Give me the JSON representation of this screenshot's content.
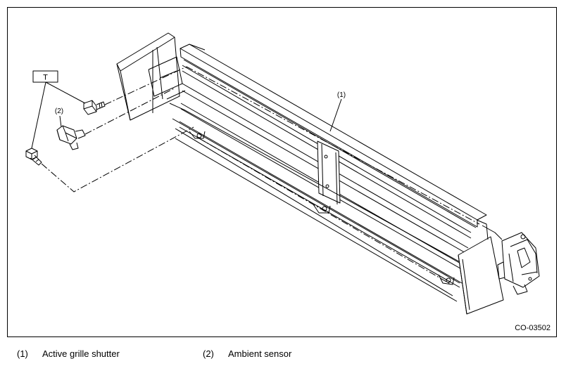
{
  "diagram": {
    "figure_code": "CO-03502",
    "tightening_marker": "T",
    "callouts": [
      {
        "id": "callout-1",
        "label": "(1)"
      },
      {
        "id": "callout-2",
        "label": "(2)"
      }
    ]
  },
  "legend": [
    {
      "number": "(1)",
      "label": "Active grille shutter"
    },
    {
      "number": "(2)",
      "label": "Ambient sensor"
    }
  ]
}
